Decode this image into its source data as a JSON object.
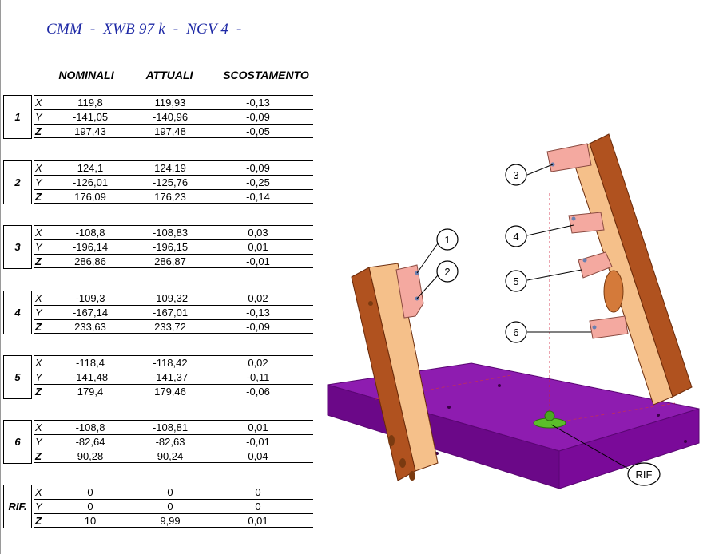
{
  "title": "CMM  -  XWB 97 k  -  NGV 4  -",
  "columns": [
    "NOMINALI",
    "ATTUALI",
    "SCOSTAMENTO"
  ],
  "points": [
    {
      "label": "1",
      "rows": [
        {
          "axis": "X",
          "nom": "119,8",
          "act": "119,93",
          "dev": "-0,13"
        },
        {
          "axis": "Y",
          "nom": "-141,05",
          "act": "-140,96",
          "dev": "-0,09"
        },
        {
          "axis": "Z",
          "nom": "197,43",
          "act": "197,48",
          "dev": "-0,05"
        }
      ]
    },
    {
      "label": "2",
      "rows": [
        {
          "axis": "X",
          "nom": "124,1",
          "act": "124,19",
          "dev": "-0,09"
        },
        {
          "axis": "Y",
          "nom": "-126,01",
          "act": "-125,76",
          "dev": "-0,25"
        },
        {
          "axis": "Z",
          "nom": "176,09",
          "act": "176,23",
          "dev": "-0,14"
        }
      ]
    },
    {
      "label": "3",
      "rows": [
        {
          "axis": "X",
          "nom": "-108,8",
          "act": "-108,83",
          "dev": "0,03"
        },
        {
          "axis": "Y",
          "nom": "-196,14",
          "act": "-196,15",
          "dev": "0,01"
        },
        {
          "axis": "Z",
          "nom": "286,86",
          "act": "286,87",
          "dev": "-0,01"
        }
      ]
    },
    {
      "label": "4",
      "rows": [
        {
          "axis": "X",
          "nom": "-109,3",
          "act": "-109,32",
          "dev": "0,02"
        },
        {
          "axis": "Y",
          "nom": "-167,14",
          "act": "-167,01",
          "dev": "-0,13"
        },
        {
          "axis": "Z",
          "nom": "233,63",
          "act": "233,72",
          "dev": "-0,09"
        }
      ]
    },
    {
      "label": "5",
      "rows": [
        {
          "axis": "X",
          "nom": "-118,4",
          "act": "-118,42",
          "dev": "0,02"
        },
        {
          "axis": "Y",
          "nom": "-141,48",
          "act": "-141,37",
          "dev": "-0,11"
        },
        {
          "axis": "Z",
          "nom": "179,4",
          "act": "179,46",
          "dev": "-0,06"
        }
      ]
    },
    {
      "label": "6",
      "rows": [
        {
          "axis": "X",
          "nom": "-108,8",
          "act": "-108,81",
          "dev": "0,01"
        },
        {
          "axis": "Y",
          "nom": "-82,64",
          "act": "-82,63",
          "dev": "-0,01"
        },
        {
          "axis": "Z",
          "nom": "90,28",
          "act": "90,24",
          "dev": "0,04"
        }
      ]
    },
    {
      "label": "RIF.",
      "rows": [
        {
          "axis": "X",
          "nom": "0",
          "act": "0",
          "dev": "0"
        },
        {
          "axis": "Y",
          "nom": "0",
          "act": "0",
          "dev": "0"
        },
        {
          "axis": "Z",
          "nom": "10",
          "act": "9,99",
          "dev": "0,01"
        }
      ]
    }
  ],
  "drawing": {
    "callouts": [
      "1",
      "2",
      "3",
      "4",
      "5",
      "6",
      "RIF"
    ],
    "colors": {
      "base": "#7b0a9a",
      "base_top": "#8e1cb0",
      "plate": "#f5c08a",
      "plate_side": "#b0521f",
      "block": "#f4a9a0",
      "block_dark": "#c9706a",
      "reference": "#5bbf2a",
      "ref_line": "#d0203a"
    }
  }
}
